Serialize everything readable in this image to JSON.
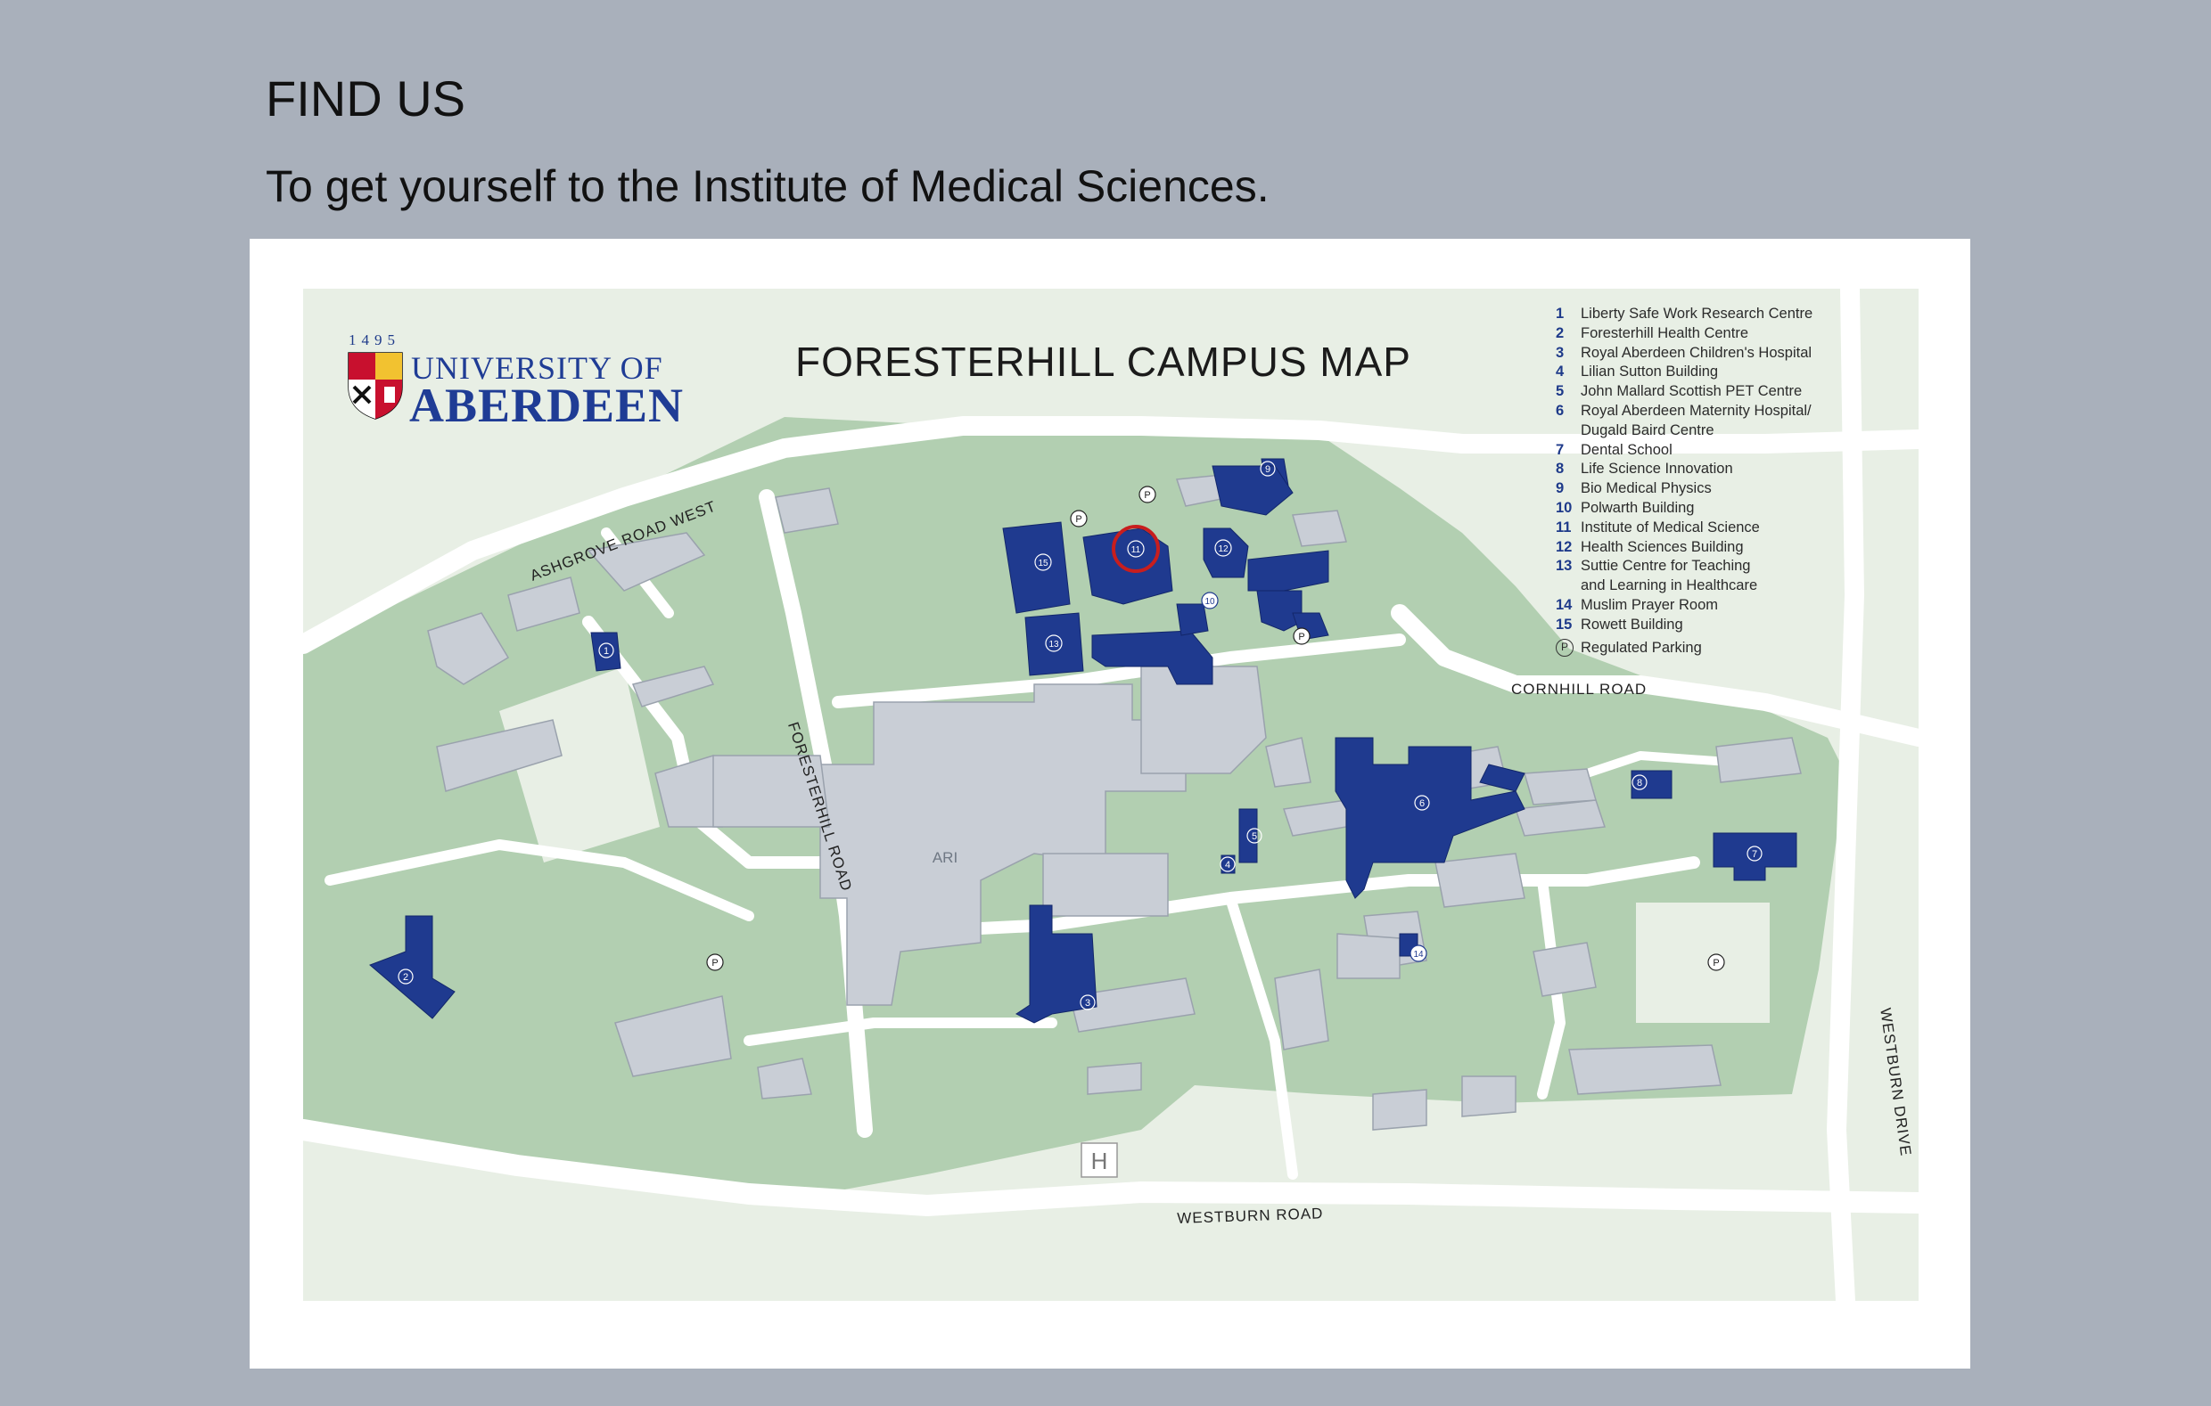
{
  "slide": {
    "title": "FIND US",
    "subtitle": "To get yourself to the Institute of Medical Sciences."
  },
  "map": {
    "title": "FORESTERHILL CAMPUS MAP",
    "logo": {
      "year": "1495",
      "line1": "UNIVERSITY OF",
      "line2": "ABERDEEN"
    },
    "roads": {
      "ashgrove": "ASHGROVE ROAD WEST",
      "foresterhill": "FORESTERHILL ROAD",
      "cornhill": "CORNHILL ROAD",
      "westburn_road": "WESTBURN ROAD",
      "westburn_drive": "WESTBURN DRIVE"
    },
    "labels": {
      "ari": "ARI",
      "helipad": "H",
      "parking": "P"
    },
    "highlighted_building": "11",
    "colors": {
      "background": "#a9b0bb",
      "grass": "#b2cfb1",
      "land": "#e8efe5",
      "building": "#c9ced6",
      "university_building": "#1f3a8f",
      "highlight": "#c81e1e"
    },
    "legend": [
      {
        "num": "1",
        "name": "Liberty Safe Work Research Centre"
      },
      {
        "num": "2",
        "name": "Foresterhill Health Centre"
      },
      {
        "num": "3",
        "name": "Royal Aberdeen Children's Hospital"
      },
      {
        "num": "4",
        "name": "Lilian Sutton Building"
      },
      {
        "num": "5",
        "name": "John Mallard Scottish PET Centre"
      },
      {
        "num": "6",
        "name": "Royal Aberdeen Maternity Hospital/",
        "name2": "Dugald Baird Centre"
      },
      {
        "num": "7",
        "name": "Dental School"
      },
      {
        "num": "8",
        "name": "Life Science Innovation"
      },
      {
        "num": "9",
        "name": "Bio Medical Physics"
      },
      {
        "num": "10",
        "name": "Polwarth Building"
      },
      {
        "num": "11",
        "name": "Institute of Medical Science"
      },
      {
        "num": "12",
        "name": "Health Sciences Building"
      },
      {
        "num": "13",
        "name": "Suttie Centre for Teaching",
        "name2": "and Learning in Healthcare"
      },
      {
        "num": "14",
        "name": "Muslim Prayer Room"
      },
      {
        "num": "15",
        "name": "Rowett Building"
      }
    ],
    "legend_parking": {
      "symbol": "P",
      "name": "Regulated Parking"
    }
  }
}
